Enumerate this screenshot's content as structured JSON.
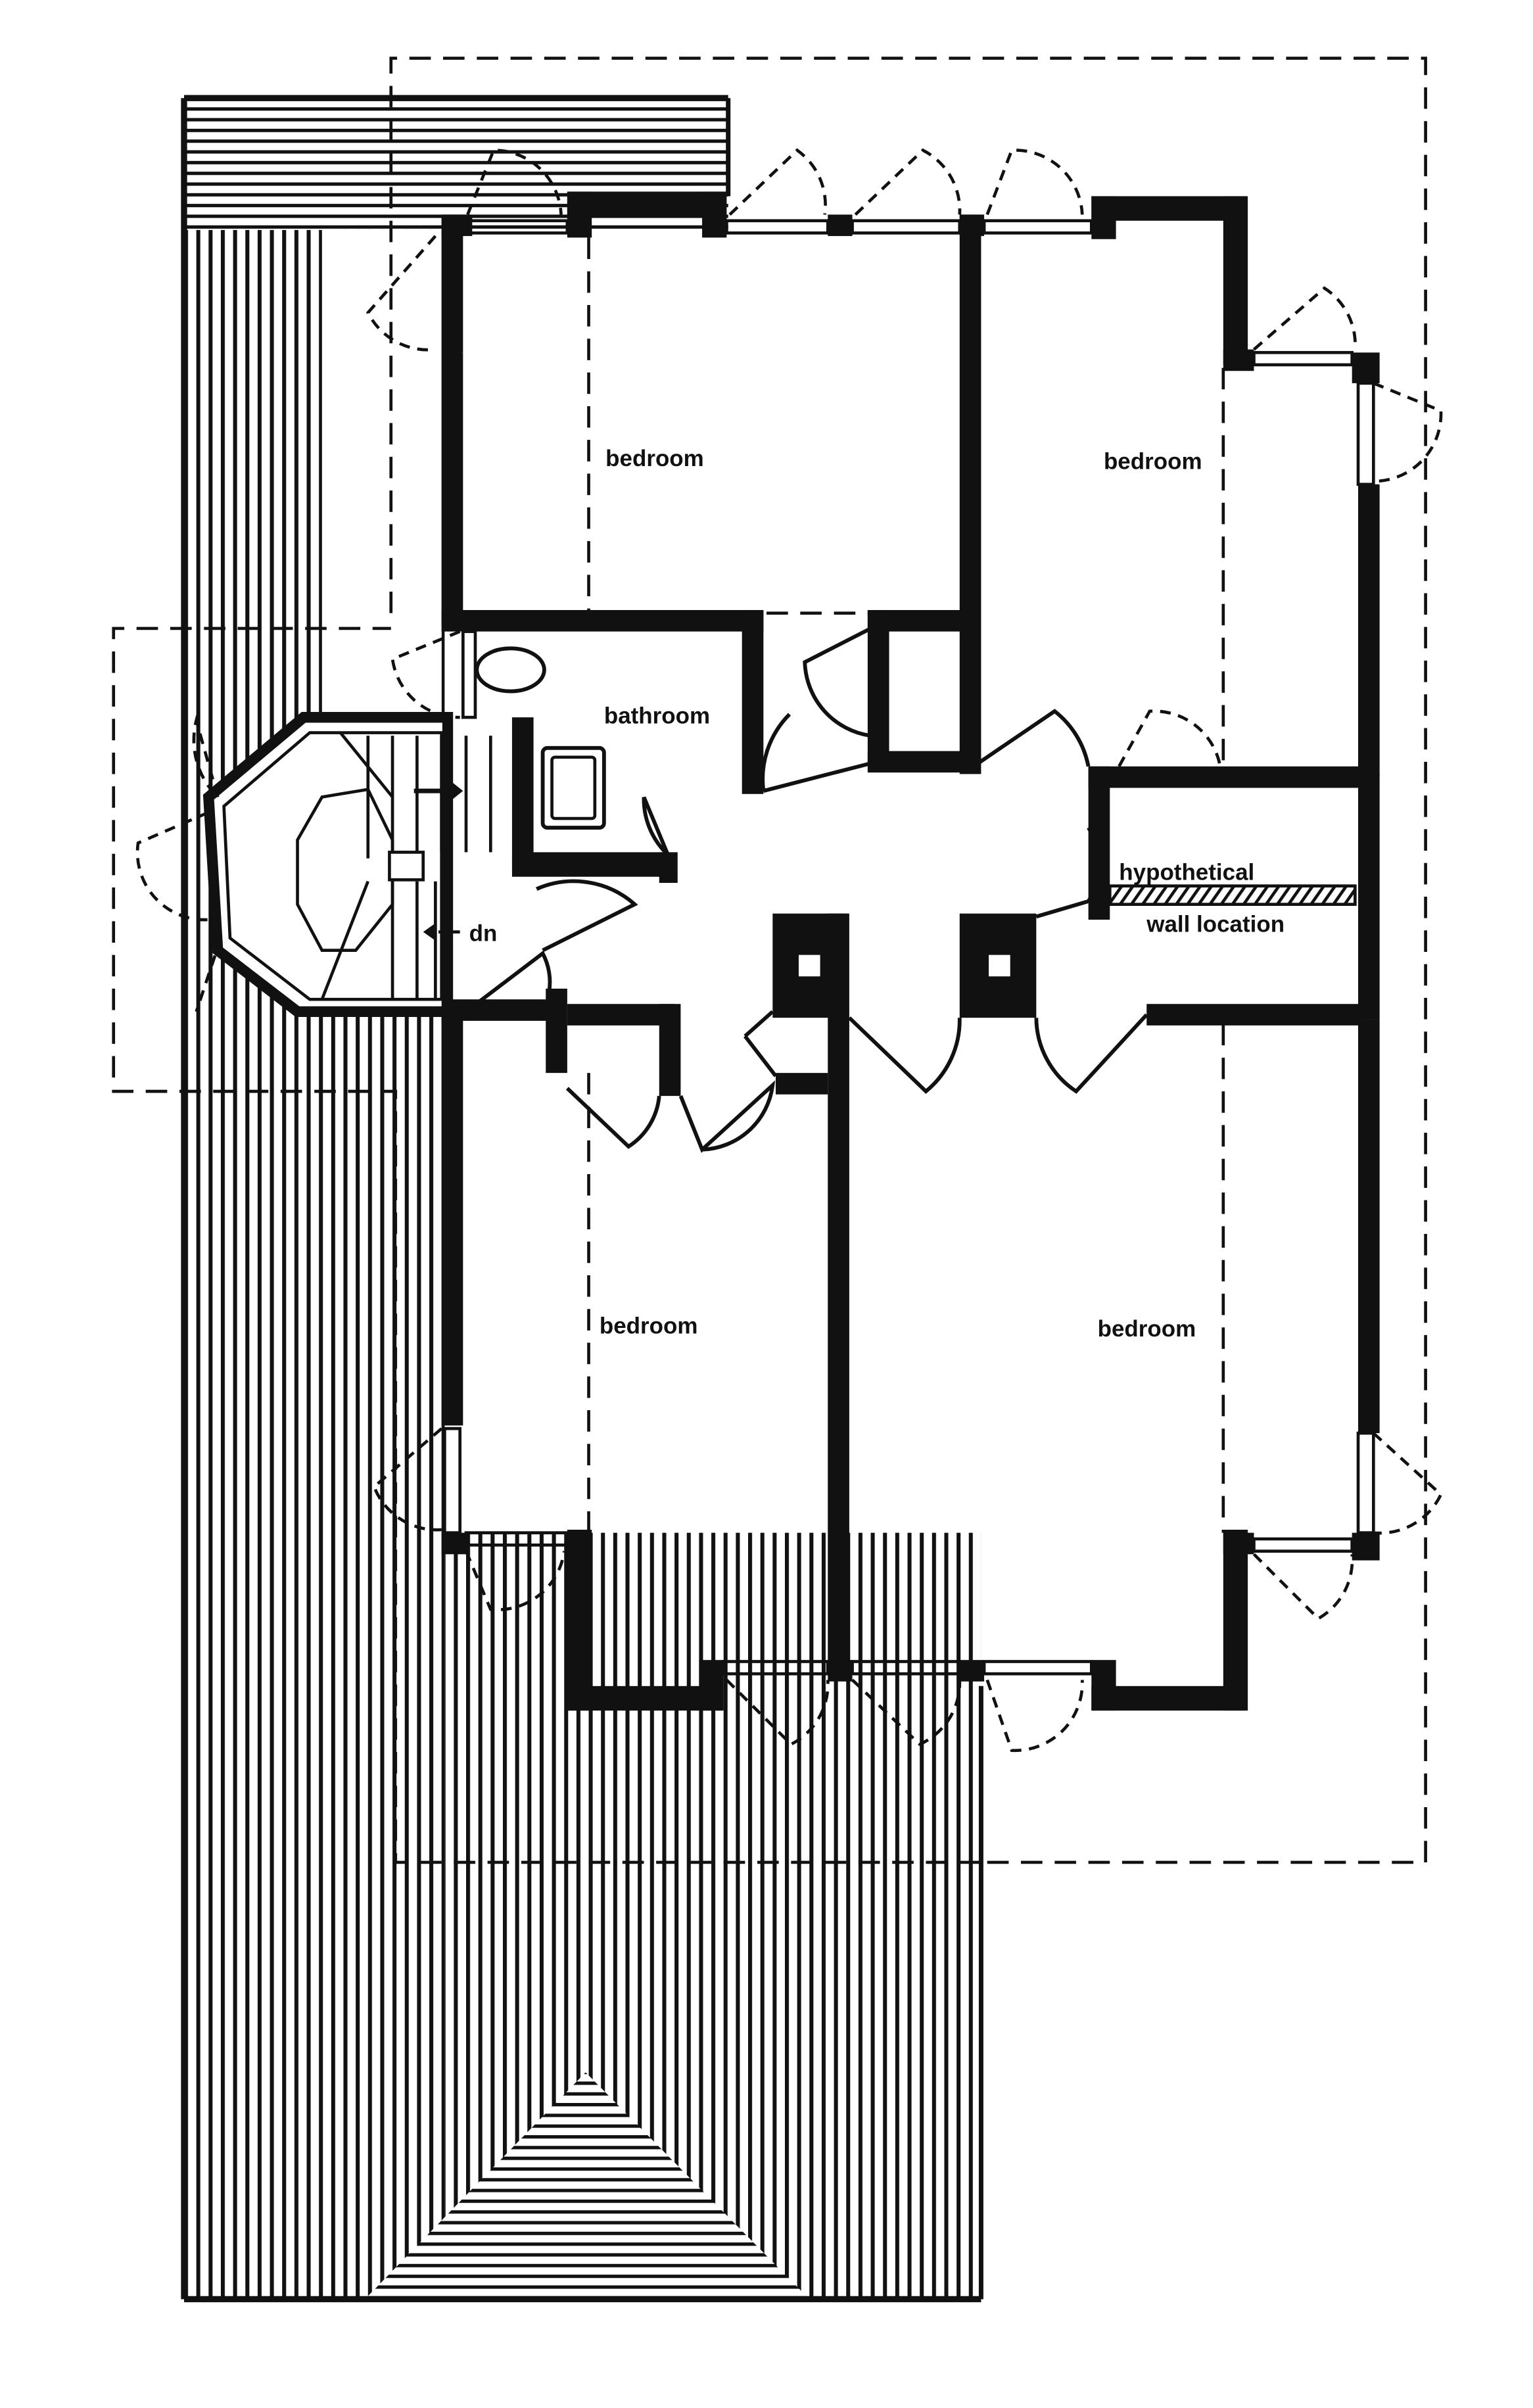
{
  "labels": {
    "bedroom_top_left": "bedroom",
    "bedroom_top_right": "bedroom",
    "bathroom": "bathroom",
    "stair_dn": "dn",
    "hypothetical_line1": "hypothetical",
    "hypothetical_line2": "wall location",
    "bedroom_bottom_left": "bedroom",
    "bedroom_bottom_right": "bedroom"
  },
  "colors": {
    "ink": "#111111",
    "paper": "#ffffff"
  }
}
